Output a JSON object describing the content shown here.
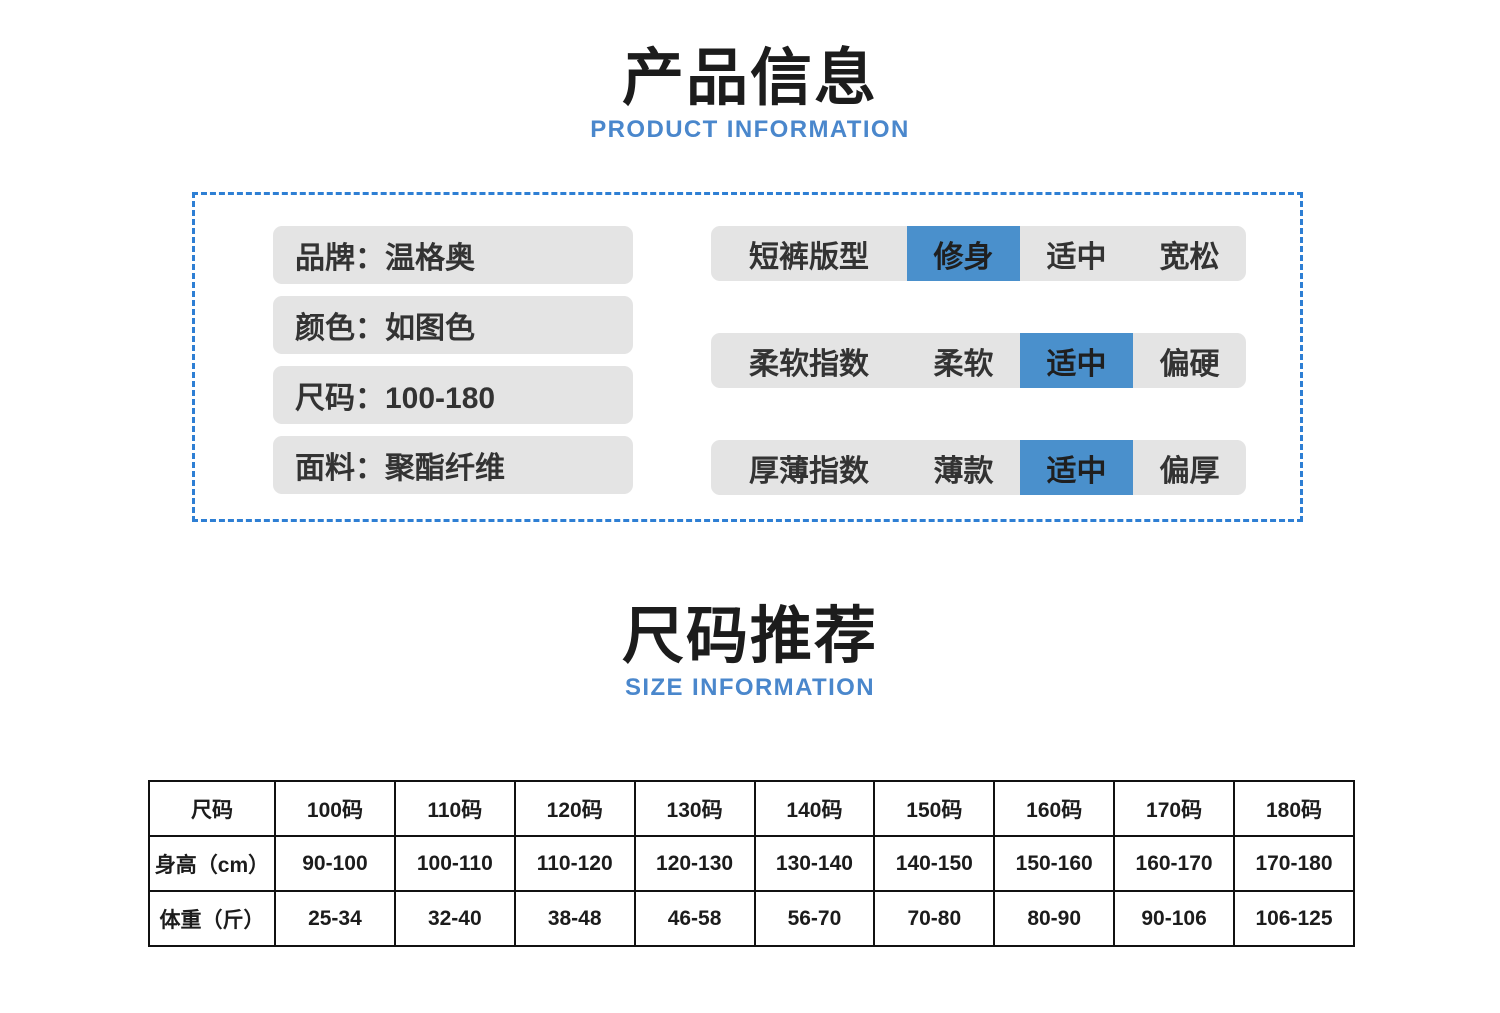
{
  "sections": {
    "product": {
      "title_cn": "产品信息",
      "title_en": "PRODUCT INFORMATION"
    },
    "size": {
      "title_cn": "尺码推荐",
      "title_en": "SIZE INFORMATION"
    }
  },
  "colors": {
    "accent_blue": "#4a87cc",
    "highlight_blue": "#4a90cc",
    "dashed_border": "#2e7fd4",
    "pill_gray": "#e4e4e4",
    "text_dark": "#333333",
    "background": "#ffffff"
  },
  "info_pills": [
    {
      "label": "品牌",
      "value": "温格奥",
      "text": "品牌：温格奥"
    },
    {
      "label": "颜色",
      "value": "如图色",
      "text": "颜色：如图色"
    },
    {
      "label": "尺码",
      "value": "100-180",
      "text": "尺码：100-180"
    },
    {
      "label": "面料",
      "value": "聚酯纤维",
      "text": "面料：聚酯纤维"
    }
  ],
  "attributes": [
    {
      "label": "短裤版型",
      "options": [
        "修身",
        "适中",
        "宽松"
      ],
      "selected": "修身",
      "selected_index": 0
    },
    {
      "label": "柔软指数",
      "options": [
        "柔软",
        "适中",
        "偏硬"
      ],
      "selected": "适中",
      "selected_index": 1
    },
    {
      "label": "厚薄指数",
      "options": [
        "薄款",
        "适中",
        "偏厚"
      ],
      "selected": "适中",
      "selected_index": 1
    }
  ],
  "size_table": {
    "row_headers": [
      "尺码",
      "身高（cm）",
      "体重（斤）"
    ],
    "sizes": [
      "100码",
      "110码",
      "120码",
      "130码",
      "140码",
      "150码",
      "160码",
      "170码",
      "180码"
    ],
    "height_cm": [
      "90-100",
      "100-110",
      "110-120",
      "120-130",
      "130-140",
      "140-150",
      "150-160",
      "160-170",
      "170-180"
    ],
    "weight_jin": [
      "25-34",
      "32-40",
      "38-48",
      "46-58",
      "56-70",
      "70-80",
      "80-90",
      "90-106",
      "106-125"
    ]
  }
}
